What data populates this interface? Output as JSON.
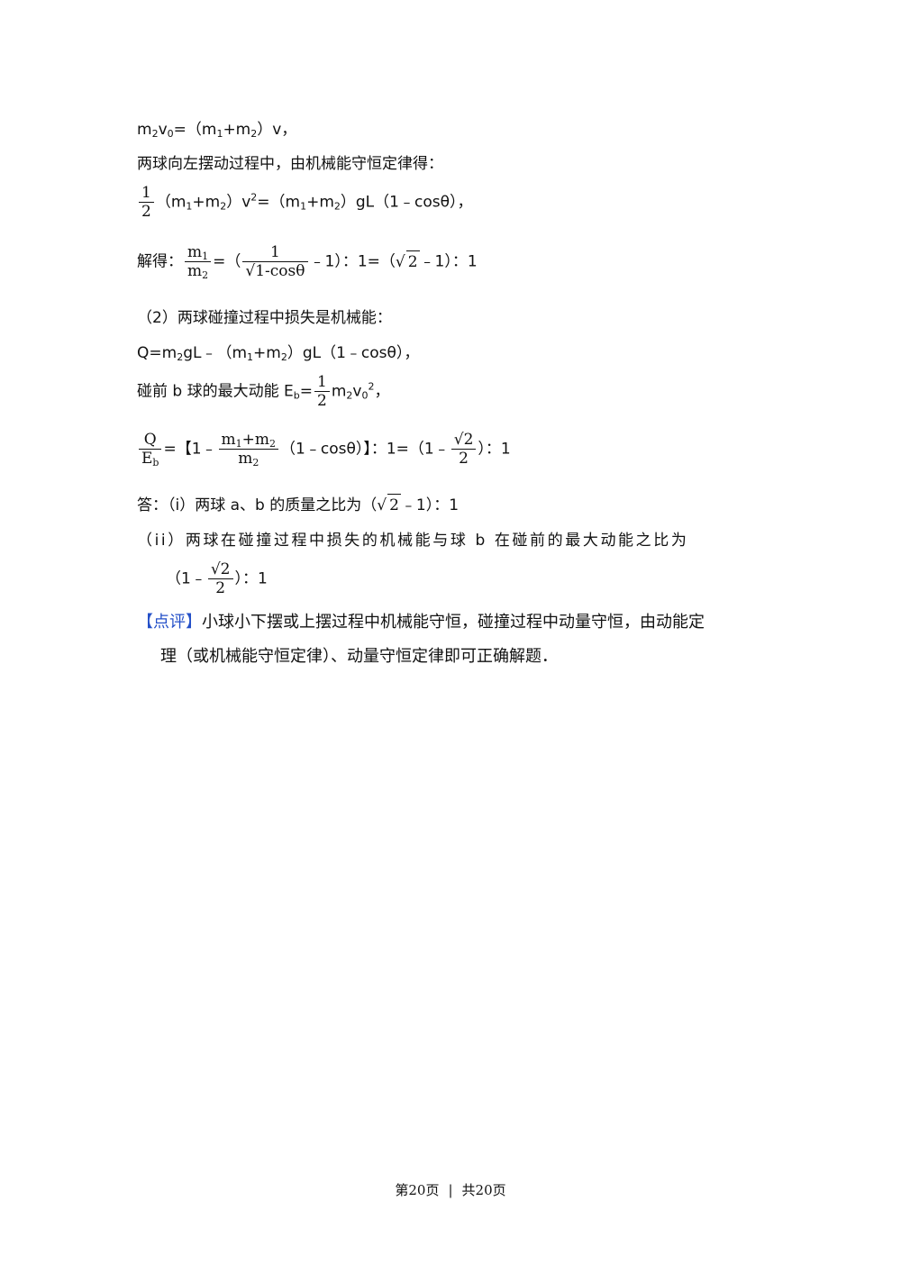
{
  "lines": {
    "l1": {
      "a": "m",
      "b": "2",
      "c": "v",
      "d": "0",
      "e": "=（m",
      "f": "1",
      "g": "+m",
      "h": "2",
      "i": "）v，"
    },
    "l2": "两球向左摆动过程中，由机械能守恒定律得：",
    "l3": {
      "num": "1",
      "den": "2",
      "a": "（m",
      "b": "1",
      "c": "+m",
      "d": "2",
      "e": "）v",
      "f": "2",
      "g": "=（m",
      "h": "1",
      "i": "+m",
      "j": "2",
      "k": "）gL（1﹣cosθ），"
    },
    "l4": {
      "lead": "解得：",
      "n1": "m",
      "n1s": "1",
      "d1": "m",
      "d1s": "2",
      "eq": "=（",
      "n2": "1",
      "d2a": "1-cosθ",
      "mid": "﹣1）：1=（",
      "rad": "2",
      "tail": "﹣1）：1"
    },
    "l5": "（2）两球碰撞过程中损失是机械能：",
    "l6": {
      "a": "Q=m",
      "b": "2",
      "c": "gL﹣（m",
      "d": "1",
      "e": "+m",
      "f": "2",
      "g": "）gL（1﹣cosθ），"
    },
    "l7": {
      "a": "碰前 b 球的最大动能 E",
      "b": "b",
      "c": "=",
      "num": "1",
      "den": "2",
      "d": "m",
      "e": "2",
      "f": "v",
      "g": "0",
      "h": "2",
      "i": "，"
    },
    "l8": {
      "n1": "Q",
      "d1": "E",
      "d1s": "b",
      "a": "=【1﹣",
      "n2a": "m",
      "n2b": "1",
      "n2c": "+m",
      "n2d": "2",
      "d2": "m",
      "d2s": "2",
      "b": "（1﹣cosθ）】：1=（1﹣",
      "rad": "2",
      "den": "2",
      "c": "）：1"
    },
    "l9": {
      "a": "答：（i）两球 a、b 的质量之比为（",
      "rad": "2",
      "b": "﹣1）：1"
    },
    "l10": "（ii）两球在碰撞过程中损失的机械能与球 b 在碰前的最大动能之比为",
    "l11": {
      "a": "（1﹣",
      "rad": "2",
      "den": "2",
      "b": "）：1"
    },
    "l12": {
      "tag": "【点评】",
      "text": "小球小下摆或上摆过程中机械能守恒，碰撞过程中动量守恒，由动能定"
    },
    "l13": "理（或机械能守恒定律）、动量守恒定律即可正确解题．"
  },
  "footer": {
    "page": "第20页",
    "sep": "|",
    "total": "共20页"
  },
  "colors": {
    "accent": "#2450c8"
  }
}
